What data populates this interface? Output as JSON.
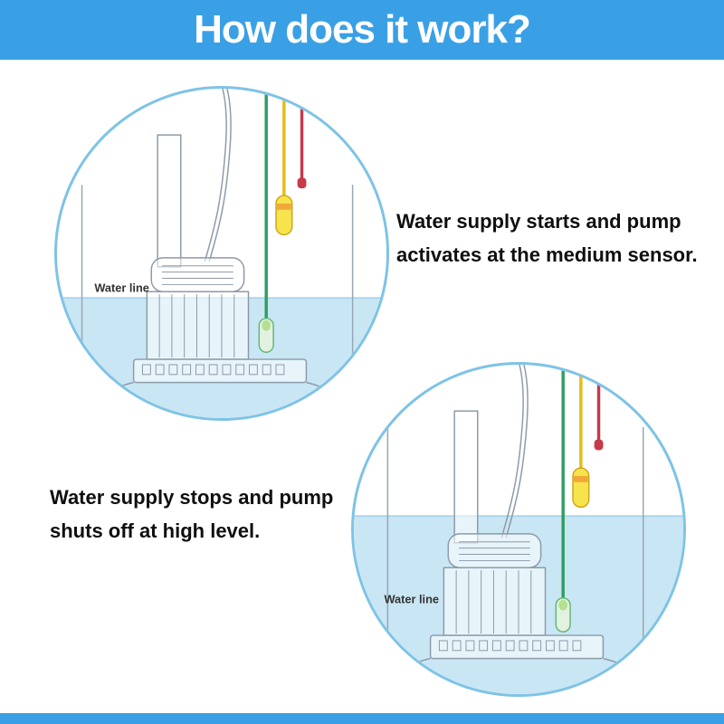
{
  "header": {
    "title": "How does it work?"
  },
  "captions": [
    {
      "lines": [
        "Water supply starts and pump",
        "activates at the medium sensor."
      ]
    },
    {
      "lines": [
        "Water supply stops and pump",
        "shuts off at high level."
      ]
    }
  ],
  "diagrams": [
    {
      "name": "medium-water-level",
      "water_line_label": "Water line",
      "state": "pump activates at medium sensor"
    },
    {
      "name": "high-water-level",
      "water_line_label": "Water line",
      "state": "pump shuts off at high level"
    }
  ],
  "colors": {
    "banner": "#3aa0e6",
    "circle_border": "#7ec3e6",
    "water": "#c9e6f4",
    "cable_green": "#2f9e63",
    "cable_yellow": "#e3bd17",
    "cable_red": "#c63a4a",
    "outline_gray": "#8d9aa8"
  }
}
